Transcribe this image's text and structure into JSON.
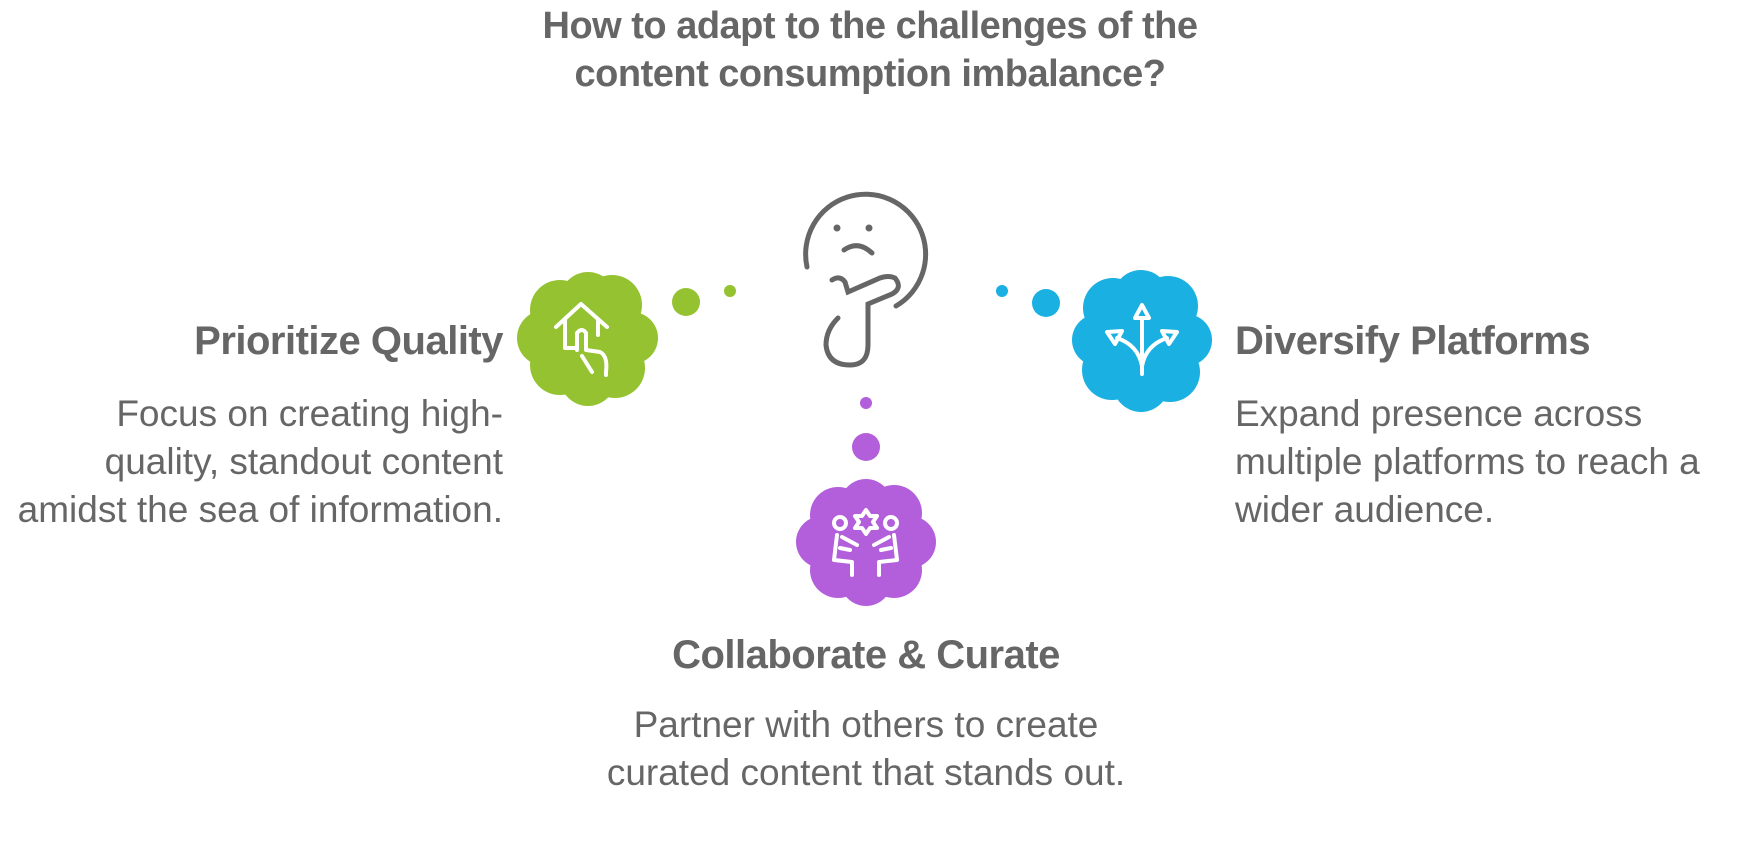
{
  "title": "How to adapt to the challenges of the content consumption imbalance?",
  "colors": {
    "text": "#666666",
    "green": "#95c231",
    "blue": "#1ab0e2",
    "purple": "#b35edb"
  },
  "center_icon": "thinking-face-icon",
  "options": [
    {
      "heading": "Prioritize Quality",
      "description": "Focus on creating high-quality, standout content amidst the sea of information.",
      "icon": "house-hand-icon",
      "color": "#95c231"
    },
    {
      "heading": "Diversify Platforms",
      "description": "Expand presence across multiple platforms to reach a wider audience.",
      "icon": "branching-arrows-icon",
      "color": "#1ab0e2"
    },
    {
      "heading": "Collaborate & Curate",
      "description": "Partner with others to create curated content that stands out.",
      "icon": "collaboration-icon",
      "color": "#b35edb"
    }
  ]
}
